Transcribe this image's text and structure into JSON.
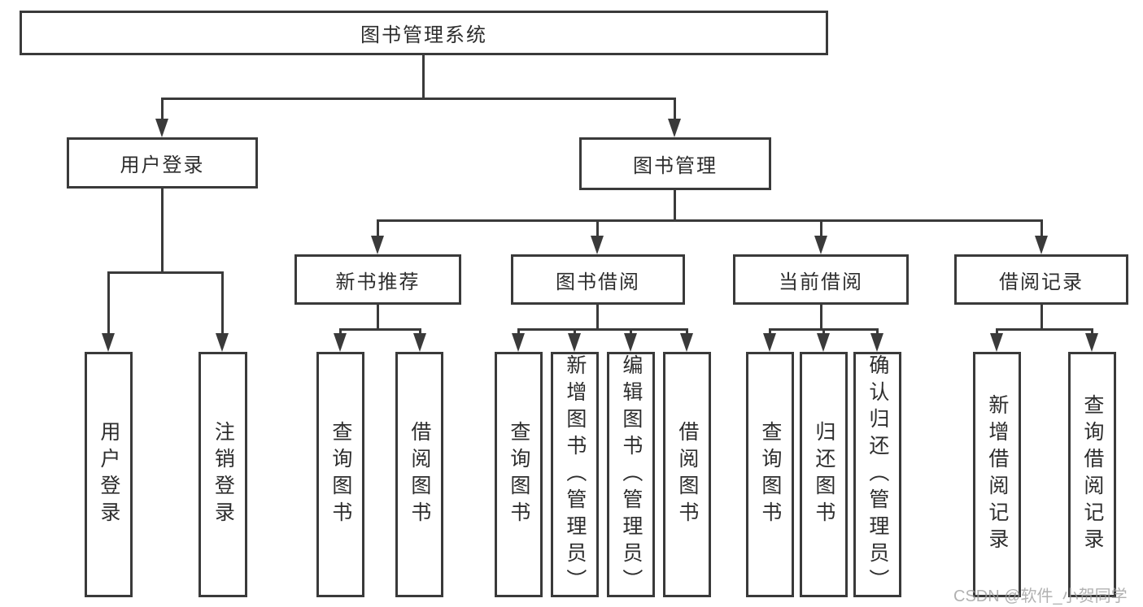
{
  "diagram": {
    "root": {
      "label": "图书管理系统"
    },
    "branches": [
      {
        "label": "用户登录",
        "leaves": [
          {
            "label": "用户登录"
          },
          {
            "label": "注销登录"
          }
        ]
      },
      {
        "label": "图书管理",
        "sections": [
          {
            "label": "新书推荐",
            "leaves": [
              {
                "label": "查询图书"
              },
              {
                "label": "借阅图书"
              }
            ]
          },
          {
            "label": "图书借阅",
            "leaves": [
              {
                "label": "查询图书"
              },
              {
                "label": "新增图书（管理员）"
              },
              {
                "label": "编辑图书（管理员）"
              },
              {
                "label": "借阅图书"
              }
            ]
          },
          {
            "label": "当前借阅",
            "leaves": [
              {
                "label": "查询图书"
              },
              {
                "label": "归还图书"
              },
              {
                "label": "确认归还（管理员）"
              }
            ]
          },
          {
            "label": "借阅记录",
            "leaves": [
              {
                "label": "新增借阅记录"
              },
              {
                "label": "查询借阅记录"
              }
            ]
          }
        ]
      }
    ]
  },
  "watermark": {
    "text": "CSDN @软件_小贺同学"
  },
  "colors": {
    "line": "#3a3a3a",
    "text": "#2d2d2d",
    "watermark": "rgba(158,158,158,0.8)",
    "background": "#ffffff"
  }
}
